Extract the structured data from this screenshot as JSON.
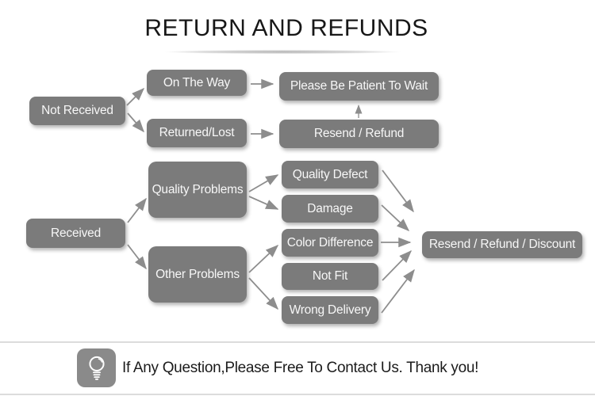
{
  "title": "RETURN AND REFUNDS",
  "nodes": {
    "not_received": "Not Received",
    "on_the_way": "On The Way",
    "returned_lost": "Returned/Lost",
    "please_wait": "Please Be Patient To Wait",
    "resend_refund": "Resend / Refund",
    "received": "Received",
    "quality_problems": "Quality Problems",
    "other_problems": "Other Problems",
    "quality_defect": "Quality Defect",
    "damage": "Damage",
    "color_difference": "Color Difference",
    "not_fit": "Not Fit",
    "wrong_delivery": "Wrong Delivery",
    "resend_refund_discount": "Resend / Refund / Discount"
  },
  "connections": [
    "Not Received -> On The Way",
    "Not Received -> Returned/Lost",
    "On The Way -> Please Be Patient To Wait",
    "Returned/Lost -> Resend / Refund",
    "Resend / Refund -> Please Be Patient To Wait",
    "Received -> Quality Problems",
    "Received -> Other Problems",
    "Quality Problems -> Quality Defect",
    "Quality Problems -> Damage",
    "Other Problems -> Color Difference",
    "Other Problems -> Wrong Delivery",
    "Quality Defect -> Resend / Refund / Discount",
    "Damage -> Resend / Refund / Discount",
    "Color Difference -> Resend / Refund / Discount",
    "Not Fit -> Resend / Refund / Discount",
    "Wrong Delivery -> Resend / Refund / Discount"
  ],
  "footer": {
    "message": "If Any Question,Please Free To Contact Us. Thank you!",
    "icon": "lightbulb-icon"
  },
  "colors": {
    "node_fill": "#7b7b7b",
    "node_text": "#f7f7f7",
    "arrow": "#8d8d8d",
    "title_text": "#171717",
    "footer_text": "#1b1b1b",
    "divider": "#dcdcdc",
    "icon_fill": "#8a8a8a"
  }
}
